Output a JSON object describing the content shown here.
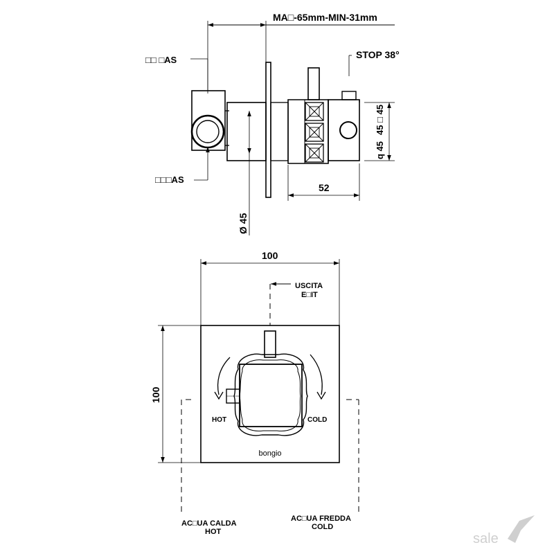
{
  "side_view": {
    "max_min_label": "MA□-65mm-MIN-31mm",
    "gas_label_top": "□□ □AS",
    "gas_label_bottom": "□□□AS",
    "stop_label": "STOP 38°",
    "dim_52": "52",
    "dim_square_45": "45 □ 45",
    "dim_q45": "q 45",
    "dim_diameter_45": "Ø 45"
  },
  "front_view": {
    "width_label": "100",
    "height_label": "100",
    "uscita_label": "USCITA",
    "exit_label": "E□IT",
    "hot_label": "HOT",
    "cold_label": "COLD",
    "brand_label": "bongio",
    "hot_water_label": "AC□UA CALDA",
    "hot_water_sub": "HOT",
    "cold_water_label": "AC□UA FREDDA",
    "cold_water_sub": "COLD"
  },
  "watermark": "sale",
  "colors": {
    "line": "#000000",
    "watermark": "#cfcfcf"
  }
}
